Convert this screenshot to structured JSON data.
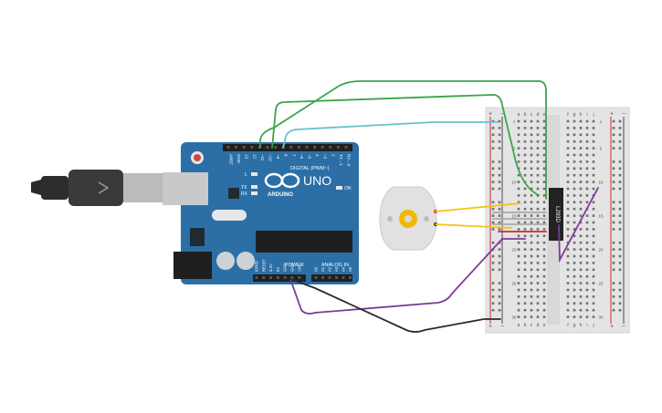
{
  "arduino": {
    "logo_word": "UNO",
    "brand": "ARDUINO",
    "digital_label": "DIGITAL (PWM~)",
    "power_label": "POWER",
    "analog_label": "ANALOG IN",
    "on_label": "ON",
    "tx_label": "TX",
    "rx_label": "RX",
    "l_label": "L",
    "top_pins": [
      "AREF",
      "GND",
      "13",
      "12",
      "~11",
      "~10",
      "~9",
      "8",
      "7",
      "~6",
      "~5",
      "4",
      "~3",
      "2",
      "TX→1",
      "RX←0"
    ],
    "power_pins": [
      "IOREF",
      "RESET",
      "3.3V",
      "5V",
      "GND",
      "GND",
      "VIN"
    ],
    "analog_pins": [
      "A0",
      "A1",
      "A2",
      "A3",
      "A4",
      "A5"
    ]
  },
  "breadboard": {
    "left_cols": [
      "a",
      "b",
      "c",
      "d",
      "e"
    ],
    "right_cols": [
      "f",
      "g",
      "h",
      "i",
      "j"
    ],
    "rows": [
      1,
      5,
      10,
      15,
      20,
      25,
      30
    ],
    "plus": "+",
    "minus": "−"
  },
  "ic": {
    "label": "L293D"
  },
  "colors": {
    "board": "#2b6fa6",
    "wire_green": "#3aa54a",
    "wire_cyan": "#66c2c9",
    "wire_purple": "#7b3b96",
    "wire_black": "#2b2b2b",
    "wire_yellow": "#f3c412",
    "wire_red": "#d6262e",
    "wire_gray": "#a7a9ab"
  }
}
